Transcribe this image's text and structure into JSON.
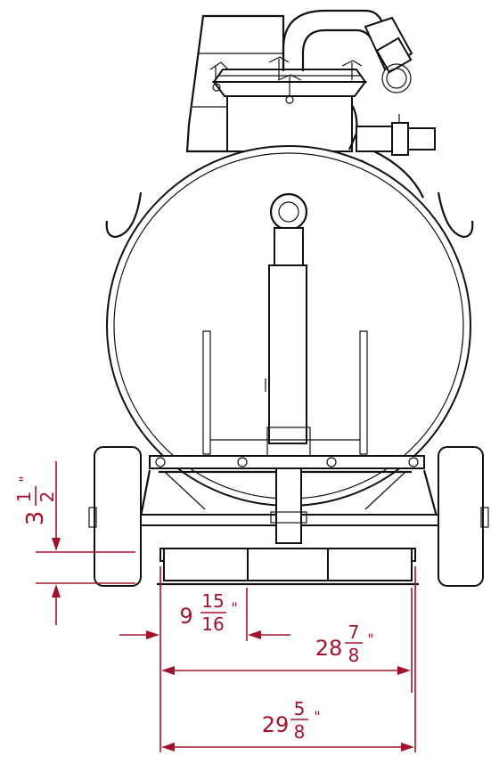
{
  "dimension_color": "#a3122c",
  "dimensions": {
    "ground_clearance": {
      "whole": "3",
      "numerator": "1",
      "denominator": "2",
      "unit": "\""
    },
    "wheel_offset": {
      "whole": "9",
      "numerator": "15",
      "denominator": "16",
      "unit": "\""
    },
    "frame_width": {
      "whole": "28",
      "numerator": "7",
      "denominator": "8",
      "unit": "\""
    },
    "overall_width": {
      "whole": "29",
      "numerator": "5",
      "denominator": "8",
      "unit": "\""
    }
  }
}
